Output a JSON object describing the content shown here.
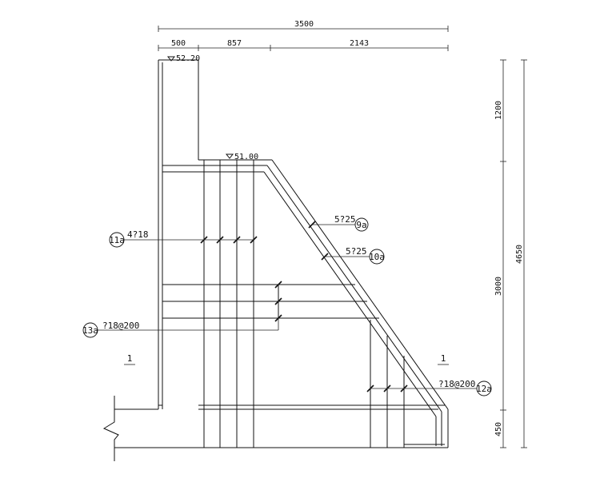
{
  "dimensions": {
    "top_total": "3500",
    "top_seg1": "500",
    "top_seg2": "857",
    "top_seg3": "2143",
    "right_seg1": "1200",
    "right_seg2": "3000",
    "right_seg3": "450",
    "right_total": "4650"
  },
  "elevations": {
    "top": "52.20",
    "mid": "51.00"
  },
  "rebar_labels": {
    "r9_text": "5?25",
    "r9_id": "9a",
    "r10_text": "5?25",
    "r10_id": "10a",
    "r11_text": "4?18",
    "r11_id": "11a",
    "r12_text": "?18@200",
    "r12_id": "12a",
    "r13_text": "?18@200",
    "r13_id": "13a"
  },
  "section_marks": {
    "left": "1",
    "right": "1"
  },
  "icons": {
    "elevation_marker": "triangle-down-icon",
    "break_line": "break-line-icon"
  }
}
